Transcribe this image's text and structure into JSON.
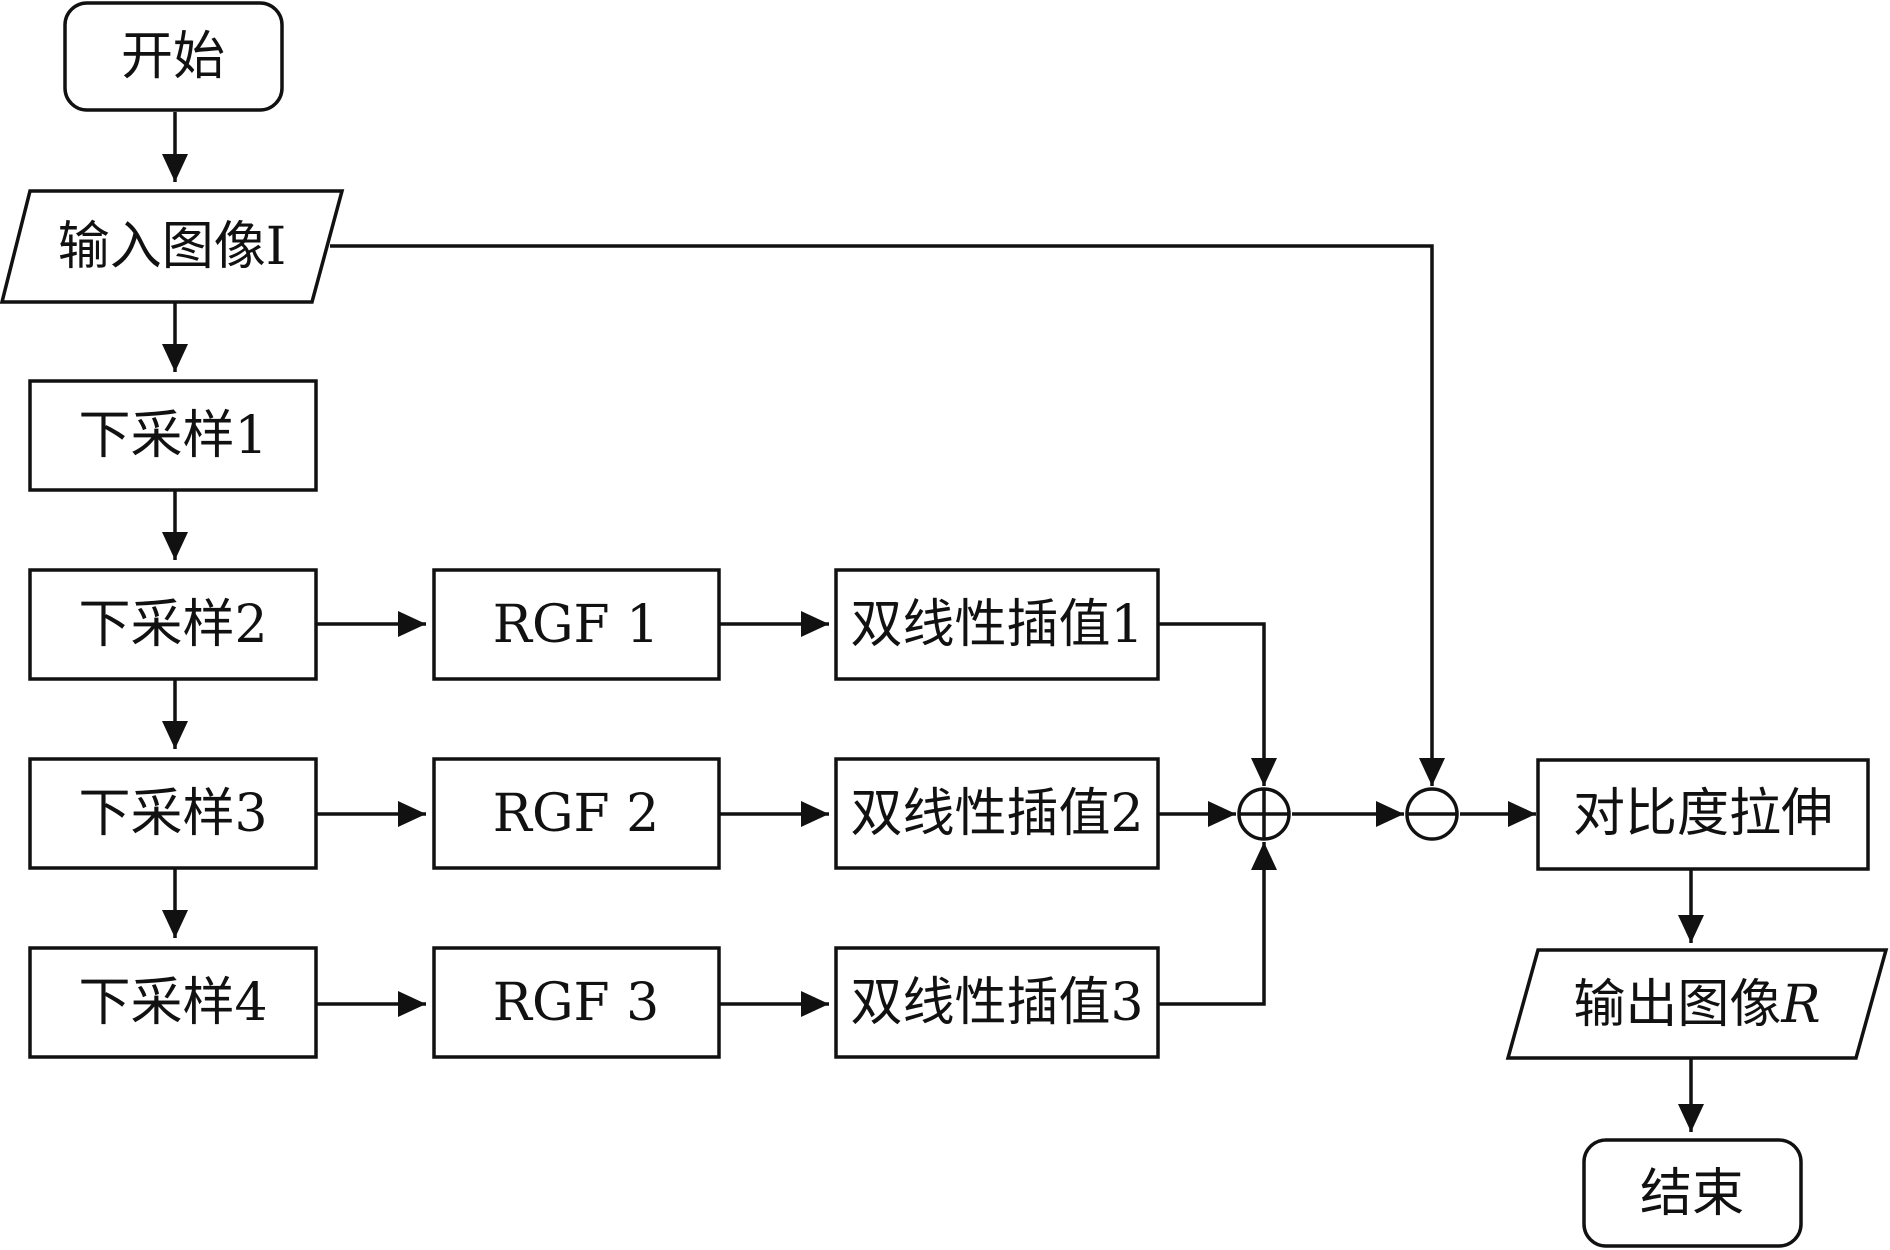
{
  "nodes": {
    "start": "开始",
    "input": {
      "text": "输入图像",
      "var": "I"
    },
    "ds1": "下采样1",
    "ds2": "下采样2",
    "ds3": "下采样3",
    "ds4": "下采样4",
    "rgf1": "RGF 1",
    "rgf2": "RGF 2",
    "rgf3": "RGF 3",
    "bil1": "双线性插值1",
    "bil2": "双线性插值2",
    "bil3": "双线性插值3",
    "stretch": "对比度拉伸",
    "output": {
      "text": "输出图像",
      "var": "R"
    },
    "end": "结束"
  }
}
